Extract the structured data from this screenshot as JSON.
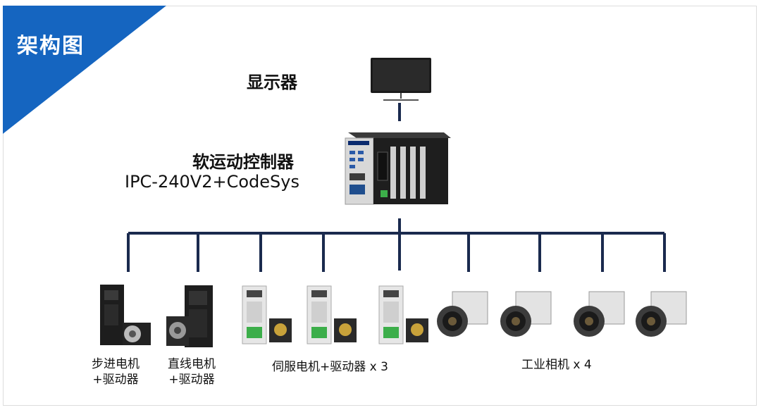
{
  "header": {
    "title": "架构图",
    "banner_color": "#1565c0"
  },
  "display": {
    "label": "显示器"
  },
  "controller": {
    "label": "软运动控制器",
    "model": "IPC-240V2+CodeSys"
  },
  "devices": {
    "stepper": {
      "line1": "步进电机",
      "line2": "+驱动器"
    },
    "linear": {
      "line1": "直线电机",
      "line2": "+驱动器"
    },
    "servo": {
      "label": "伺服电机+驱动器 x 3"
    },
    "camera": {
      "label": "工业相机 x 4"
    }
  },
  "colors": {
    "bus_line": "#1a2a4e",
    "banner": "#1565c0"
  }
}
